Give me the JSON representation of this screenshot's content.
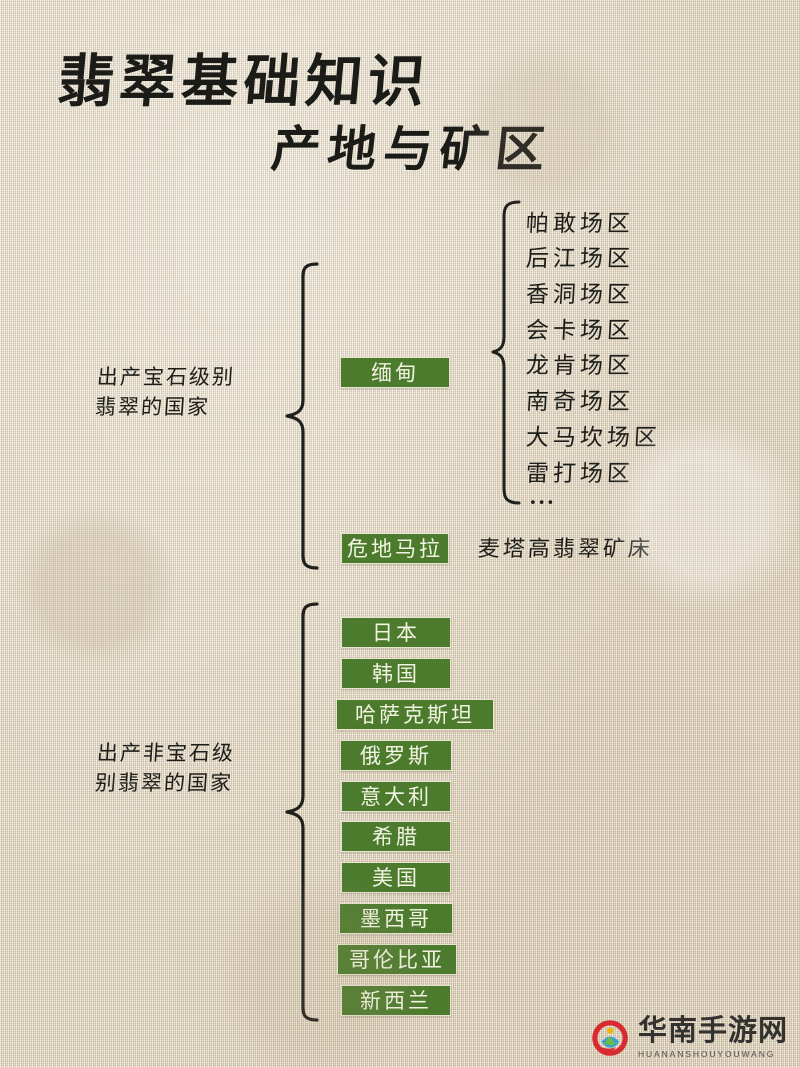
{
  "page": {
    "background_color": "#ded3bc",
    "accent_color": "#4d7b2e",
    "chip_text_color": "#f2f4e2",
    "ink_color": "#1d1d19"
  },
  "title": {
    "main": "翡翠基础知识",
    "sub": "产地与矿区"
  },
  "groups": [
    {
      "id": "gem-grade",
      "caption": "出产宝石级别\n翡翠的国家",
      "countries": [
        {
          "name": "缅甸",
          "note": ""
        },
        {
          "name": "危地马拉",
          "note": "麦塔高翡翠矿床"
        }
      ]
    },
    {
      "id": "non-gem-grade",
      "caption": "出产非宝石级\n别翡翠的国家",
      "countries": [
        {
          "name": "日本",
          "note": ""
        },
        {
          "name": "韩国",
          "note": ""
        },
        {
          "name": "哈萨克斯坦",
          "note": ""
        },
        {
          "name": "俄罗斯",
          "note": ""
        },
        {
          "name": "意大利",
          "note": ""
        },
        {
          "name": "希腊",
          "note": ""
        },
        {
          "name": "美国",
          "note": ""
        },
        {
          "name": "墨西哥",
          "note": ""
        },
        {
          "name": "哥伦比亚",
          "note": ""
        },
        {
          "name": "新西兰",
          "note": ""
        }
      ]
    }
  ],
  "myanmar_mines": {
    "items": [
      "帕敢场区",
      "后江场区",
      "香洞场区",
      "会卡场区",
      "龙肯场区",
      "南奇场区",
      "大马坎场区",
      "雷打场区"
    ],
    "more_indicator": "..."
  },
  "watermark": {
    "chinese": "华南手游网",
    "pinyin": "HUANANSHOUYOUWANG",
    "logo_icon": "person-star-circle-icon"
  }
}
